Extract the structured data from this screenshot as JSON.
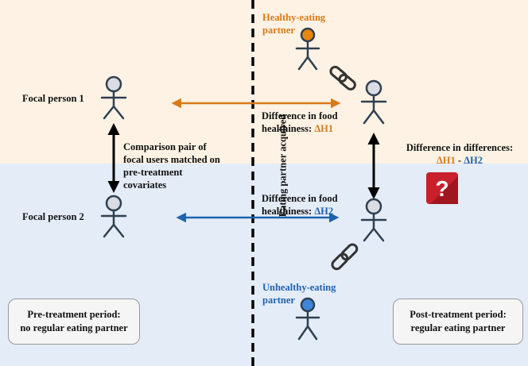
{
  "roles": {
    "healthy_partner": [
      "Healthy-eating",
      "partner"
    ],
    "unhealthy_partner": [
      "Unhealthy-eating",
      "partner"
    ],
    "focal1": "Focal person 1",
    "focal2": "Focal person 2"
  },
  "comparison_pair": [
    "Comparison pair of",
    "focal users matched on",
    "pre-treatment",
    "covariates"
  ],
  "diff1": {
    "line1": "Difference in food",
    "prefix": "healthiness: ",
    "term": "ΔH1"
  },
  "diff2": {
    "line1": "Difference in food",
    "prefix": "healthiness: ",
    "term": "ΔH2"
  },
  "did": {
    "line1": "Difference in differences:",
    "term1": "ΔH1",
    "sep": " - ",
    "term2": "ΔH2"
  },
  "event_label": "Eating partner acquired",
  "question_mark": "?",
  "periods": {
    "pre": [
      "Pre-treatment period:",
      "no regular eating partner"
    ],
    "post": [
      "Post-treatment period:",
      "regular eating partner"
    ]
  },
  "colors": {
    "orange": "#d97a18",
    "blue": "#1f63ad",
    "figure_stroke": "#2f4050",
    "focal_head": "#d9dde3",
    "healthy_head": "#e8860f",
    "unhealthy_head": "#3d86d9",
    "question_box": "#c8202c"
  },
  "icons": [
    "stick-figure-icon",
    "link-icon",
    "question-icon"
  ]
}
